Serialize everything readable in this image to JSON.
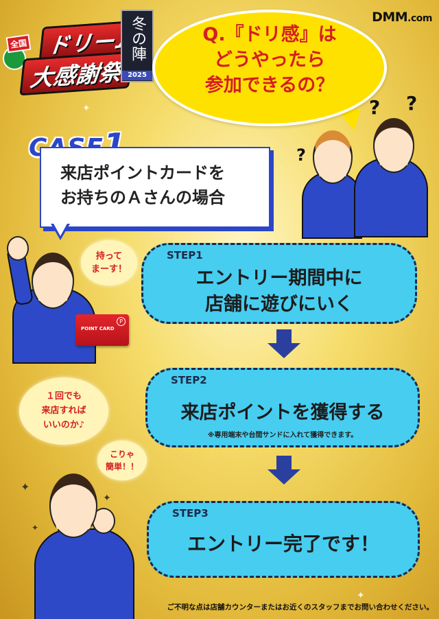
{
  "brand": {
    "logo_text_zenkoku": "全国",
    "logo_text_line1": "ドリーム",
    "logo_text_line2": "大感謝祭",
    "banner_text": "冬の陣",
    "banner_year": "2025",
    "dmm_logo": "DMM",
    "dmm_suffix": ".com"
  },
  "question": {
    "text_line1": "Q.『ドリ感』は",
    "text_line2": "どうやったら",
    "text_line3": "参加できるの？",
    "marks": [
      "?",
      "?",
      "?"
    ]
  },
  "case": {
    "label_word": "CASE",
    "label_number": "1",
    "line1": "来店ポイントカードを",
    "line2": "お持ちのＡさんの場合"
  },
  "bubbles": {
    "have_line1": "持って",
    "have_line2": "まーす！",
    "once_line1": "１回でも",
    "once_line2": "来店すれば",
    "once_line3": "いいのか♪",
    "easy_line1": "こりゃ",
    "easy_line2": "簡単！！"
  },
  "card": {
    "label": "POINT CARD",
    "mark": "P"
  },
  "steps": [
    {
      "label": "STEP1",
      "line1": "エントリー期間中に",
      "line2": "店舗に遊びにいく",
      "note": ""
    },
    {
      "label": "STEP2",
      "line1": "来店ポイントを獲得する",
      "line2": "",
      "note": "※専用端末や台間サンドに入れて獲得できます。"
    },
    {
      "label": "STEP3",
      "line1": "エントリー完了です！",
      "line2": "",
      "note": ""
    }
  ],
  "footer": "ご不明な点は店舗カウンターまたはお近くのスタッフまでお問い合わせください。",
  "colors": {
    "gold_bg": "#f5dc6a",
    "yellow_bubble": "#ffe100",
    "red_text": "#d41e24",
    "blue_accent": "#2c46c8",
    "step_cyan": "#47cdf0",
    "arrow_blue": "#2a3f9e"
  }
}
